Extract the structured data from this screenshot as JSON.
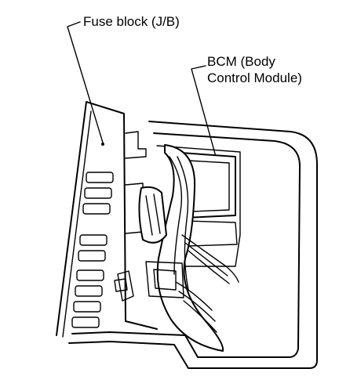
{
  "labels": {
    "fuse_block": "Fuse block (J/B)",
    "bcm_line1": "BCM (Body",
    "bcm_line2": "Control Module)"
  }
}
